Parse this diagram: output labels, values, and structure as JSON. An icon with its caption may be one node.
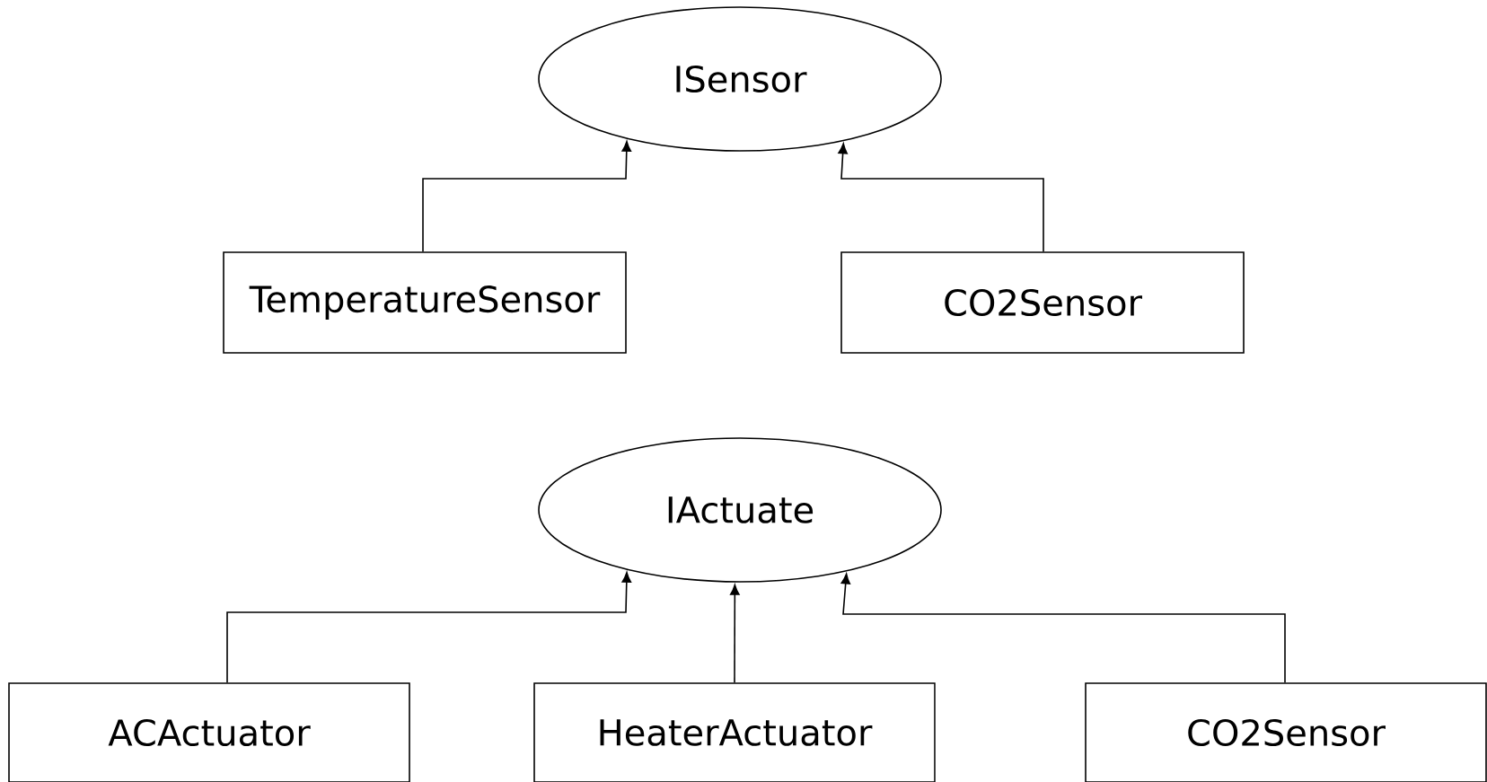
{
  "diagram": {
    "nodes": [
      {
        "text": [
          "ISensor"
        ]
      },
      {
        "text": [
          "TemperatureSensor"
        ]
      },
      {
        "text": [
          "CO2Sensor"
        ]
      },
      {
        "text": [
          "IActuate"
        ]
      },
      {
        "text": [
          "ACActuator"
        ]
      },
      {
        "text": [
          "HeaterActuator"
        ]
      },
      {
        "text": [
          "CO2Sensor"
        ]
      }
    ],
    "edges": [
      {
        "from": 1,
        "to": 0,
        "arrow": "to"
      },
      {
        "from": 2,
        "to": 0,
        "arrow": "to"
      },
      {
        "from": 4,
        "to": 3,
        "arrow": "to"
      },
      {
        "from": 5,
        "to": 3,
        "arrow": "to"
      },
      {
        "from": 6,
        "to": 3,
        "arrow": "to"
      }
    ]
  }
}
